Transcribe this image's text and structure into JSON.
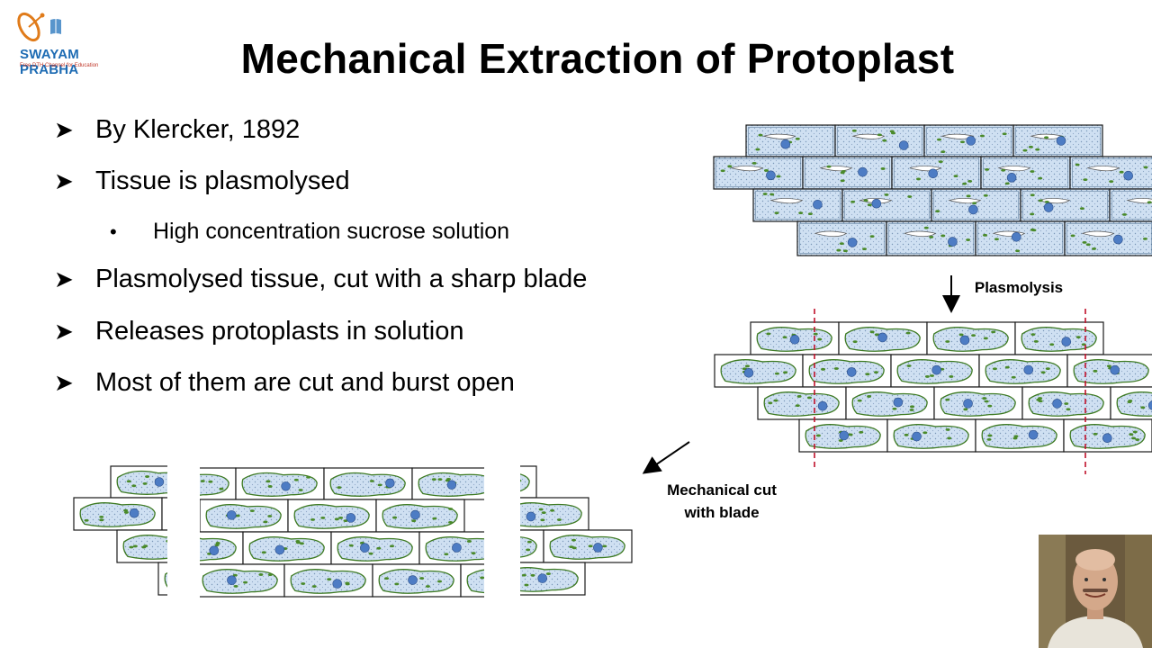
{
  "logo": {
    "name": "SWAYAM PRABHA",
    "tagline": "Free DTH Channel for Education"
  },
  "title": "Mechanical Extraction of Protoplast",
  "bullets": [
    "By Klercker, 1892",
    "Tissue is plasmolysed",
    "Plasmolysed tissue, cut with a sharp blade",
    "Releases protoplasts in solution",
    "Most of them are cut and burst open"
  ],
  "sub_bullets": [
    "High concentration sucrose solution"
  ],
  "diagram": {
    "plasmolysis_label": "Plasmolysis",
    "cut_label_line1": "Mechanical cut",
    "cut_label_line2": "with blade"
  },
  "colors": {
    "cell_fill": "#cfe0f2",
    "cell_border": "#1a1a1a",
    "chloroplast": "#4a8a2a",
    "nucleus": "#4d7cc4",
    "cut_line": "#c0102a",
    "logo_blue": "#1d6bb3",
    "logo_tagline": "#c0392b"
  },
  "icons": {
    "bullet": "arrow-bullet-icon",
    "sub_bullet": "dot-bullet-icon",
    "logo": "satellite-dish-icon"
  }
}
